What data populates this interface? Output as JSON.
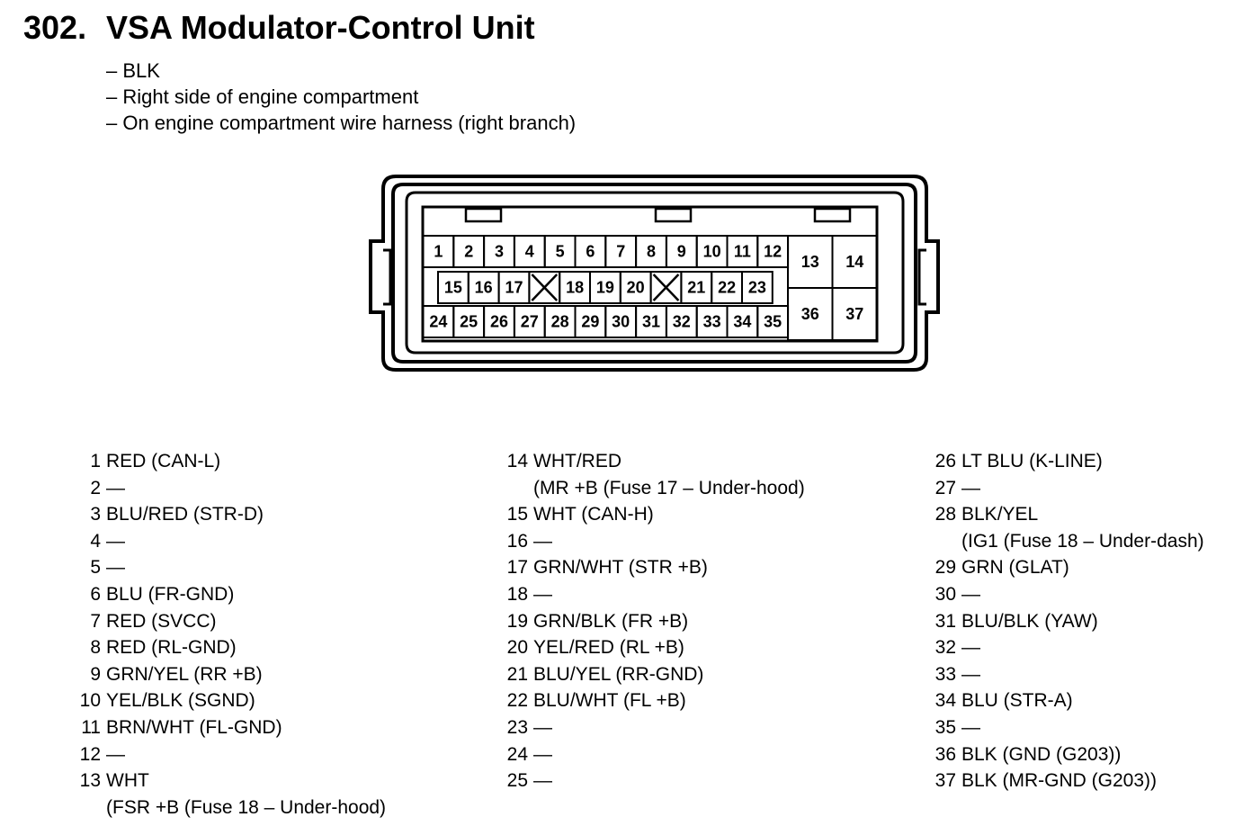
{
  "title": {
    "number": "302.",
    "text": "VSA Modulator-Control Unit"
  },
  "notes": [
    "– BLK",
    "– Right side of engine compartment",
    "– On engine compartment wire harness (right branch)"
  ],
  "connector": {
    "row1": [
      "1",
      "2",
      "3",
      "4",
      "5",
      "6",
      "7",
      "8",
      "9",
      "10",
      "11",
      "12"
    ],
    "row2": [
      "15",
      "16",
      "17",
      "",
      "18",
      "19",
      "20",
      "",
      "21",
      "22",
      "23"
    ],
    "row3": [
      "24",
      "25",
      "26",
      "27",
      "28",
      "29",
      "30",
      "31",
      "32",
      "33",
      "34",
      "35"
    ],
    "big": [
      "13",
      "14",
      "36",
      "37"
    ]
  },
  "pins_col1": [
    {
      "num": "1",
      "text": "RED (CAN-L)"
    },
    {
      "num": "2",
      "text": "—"
    },
    {
      "num": "3",
      "text": "BLU/RED (STR-D)"
    },
    {
      "num": "4",
      "text": "—"
    },
    {
      "num": "5",
      "text": "—"
    },
    {
      "num": "6",
      "text": "BLU (FR-GND)"
    },
    {
      "num": "7",
      "text": "RED (SVCC)"
    },
    {
      "num": "8",
      "text": "RED (RL-GND)"
    },
    {
      "num": "9",
      "text": "GRN/YEL (RR +B)"
    },
    {
      "num": "10",
      "text": "YEL/BLK (SGND)"
    },
    {
      "num": "11",
      "text": "BRN/WHT (FL-GND)"
    },
    {
      "num": "12",
      "text": "—"
    },
    {
      "num": "13",
      "text": "WHT",
      "sub": "(FSR +B (Fuse 18 – Under-hood)"
    }
  ],
  "pins_col2": [
    {
      "num": "14",
      "text": "WHT/RED",
      "sub": "(MR +B (Fuse 17 – Under-hood)"
    },
    {
      "num": "15",
      "text": "WHT (CAN-H)"
    },
    {
      "num": "16",
      "text": "—"
    },
    {
      "num": "17",
      "text": "GRN/WHT (STR +B)"
    },
    {
      "num": "18",
      "text": "—"
    },
    {
      "num": "19",
      "text": "GRN/BLK (FR +B)"
    },
    {
      "num": "20",
      "text": "YEL/RED (RL +B)"
    },
    {
      "num": "21",
      "text": "BLU/YEL (RR-GND)"
    },
    {
      "num": "22",
      "text": "BLU/WHT (FL +B)"
    },
    {
      "num": "23",
      "text": "—"
    },
    {
      "num": "24",
      "text": "—"
    },
    {
      "num": "25",
      "text": "—"
    }
  ],
  "pins_col3": [
    {
      "num": "26",
      "text": "LT BLU (K-LINE)"
    },
    {
      "num": "27",
      "text": "—"
    },
    {
      "num": "28",
      "text": "BLK/YEL",
      "sub": "(IG1 (Fuse 18 – Under-dash)"
    },
    {
      "num": "29",
      "text": "GRN (GLAT)"
    },
    {
      "num": "30",
      "text": "—"
    },
    {
      "num": "31",
      "text": "BLU/BLK (YAW)"
    },
    {
      "num": "32",
      "text": "—"
    },
    {
      "num": "33",
      "text": "—"
    },
    {
      "num": "34",
      "text": "BLU (STR-A)"
    },
    {
      "num": "35",
      "text": "—"
    },
    {
      "num": "36",
      "text": "BLK (GND (G203))"
    },
    {
      "num": "37",
      "text": "BLK (MR-GND (G203))"
    }
  ]
}
